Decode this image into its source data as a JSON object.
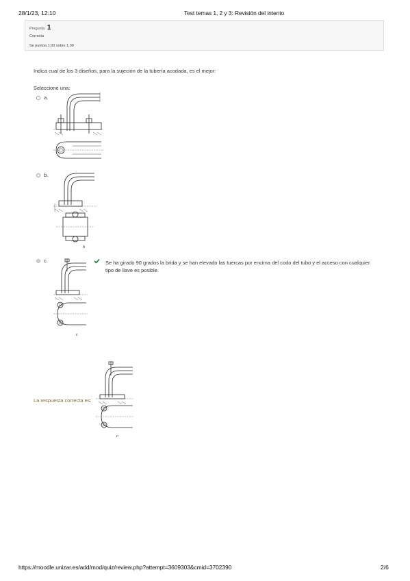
{
  "header": {
    "datetime": "28/1/23, 12:10",
    "title": "Test temas 1, 2 y 3: Revisión del intento"
  },
  "question_info": {
    "label": "Pregunta",
    "number": "1",
    "state": "Correcta",
    "grade": "Se puntúa 1,00 sobre 1,00"
  },
  "question": {
    "text": "Indica cual de los 3 diseños, para la sujeción de la tubería acodada, es el mejor:",
    "prompt": "Seleccione una:",
    "options": [
      {
        "label": "a.",
        "selected": false,
        "figure_label": ""
      },
      {
        "label": "b.",
        "selected": false,
        "figure_label": "b"
      },
      {
        "label": "c.",
        "selected": true,
        "figure_label": "c"
      }
    ]
  },
  "feedback": {
    "text": "Se ha girado 90 grados la brida y se han elevado las tuercas por encima del codo del tubo y el acceso con cualquier tipo de llave es posible.",
    "icon": "check-icon",
    "icon_color": "#1e7a36"
  },
  "right_answer": {
    "text": "La respuesta correcta es:",
    "figure_label": "c",
    "color": "#8a6e3f"
  },
  "footer": {
    "url": "https://moodle.unizar.es/add/mod/quiz/review.php?attempt=3609303&cmid=3702390",
    "page": "2/6"
  }
}
